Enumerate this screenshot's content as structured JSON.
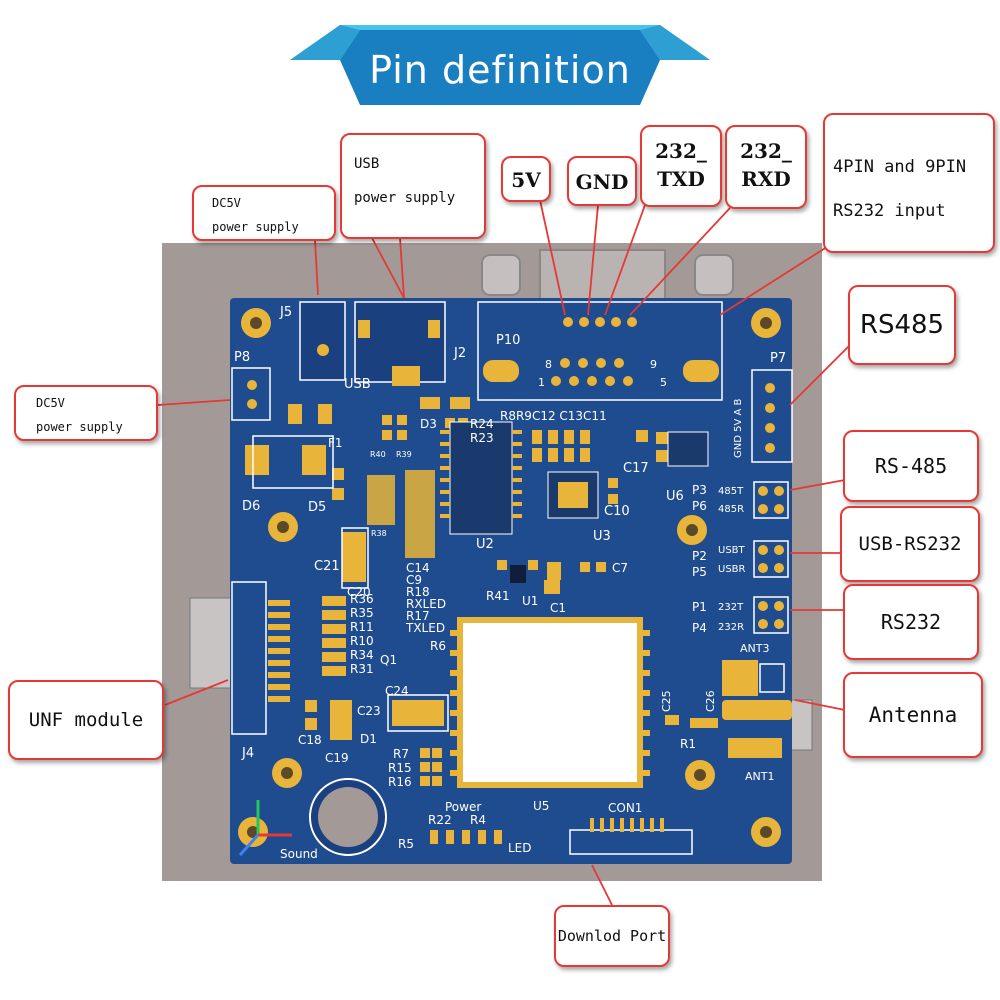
{
  "banner": {
    "title": "Pin definition",
    "color_dark": "#1a7fc1",
    "color_light": "#49c3ea"
  },
  "callouts": {
    "dc5v_top": {
      "line1": "DC5V",
      "line2": "power supply"
    },
    "usb": {
      "line1": "USB",
      "line2": "power supply"
    },
    "pin_5v": "5V",
    "pin_gnd": "GND",
    "pin_232_txd": {
      "line1": "232_",
      "line2": "TXD"
    },
    "pin_232_rxd": {
      "line1": "232_",
      "line2": "RXD"
    },
    "rs232_input": {
      "line1": "4PIN and 9PIN",
      "line2": "RS232 input"
    },
    "rs485": "RS485",
    "rs_485": "RS-485",
    "usb_rs232": "USB-RS232",
    "rs232": "RS232",
    "antenna": "Antenna",
    "dc5v_left": {
      "line1": "DC5V",
      "line2": "power supply"
    },
    "unf_module": "UNF module",
    "download_port": "Downlod Port",
    "border_color": "#e53935"
  },
  "board": {
    "color": "#1f4b8f",
    "pad_color": "#e8b53a",
    "labels": {
      "j5": "J5",
      "p8": "P8",
      "usb": "USB",
      "j2": "J2",
      "p10": "P10",
      "p7": "P7",
      "p7_pins": "GND 5V A B",
      "d3": "D3",
      "r24": "R24",
      "r23": "R23",
      "f1": "F1",
      "r8r9": "R8R9C12 C13C11",
      "r40": "R40",
      "r39": "R39",
      "d6": "D6",
      "d5": "D5",
      "u2": "U2",
      "u3": "U3",
      "u6": "U6",
      "c17": "C17",
      "c10": "C10",
      "c21": "C21",
      "c20": "C20",
      "r38": "R38",
      "c14": "C14",
      "c9": "C9",
      "r18": "R18",
      "rxled": "RXLED",
      "r17": "R17",
      "txled": "TXLED",
      "r41": "R41",
      "u1": "U1",
      "c1": "C1",
      "c7": "C7",
      "r36": "R36",
      "r35": "R35",
      "r11": "R11",
      "r10": "R10",
      "r34": "R34",
      "r31": "R31",
      "q1": "Q1",
      "r6": "R6",
      "c24": "C24",
      "c23": "C23",
      "c18": "C18",
      "c19": "C19",
      "d1": "D1",
      "r7": "R7",
      "r15": "R15",
      "r16": "R16",
      "j4": "J4",
      "p3": "P3",
      "p6": "P6",
      "485t": "485T",
      "485r": "485R",
      "p2": "P2",
      "p5": "P5",
      "usbt": "USBT",
      "usbr": "USBR",
      "p1": "P1",
      "p4": "P4",
      "232t": "232T",
      "232r": "232R",
      "ant3": "ANT3",
      "ant1": "ANT1",
      "c25": "C25",
      "c26": "C26",
      "r1": "R1",
      "u5": "U5",
      "con1": "CON1",
      "power": "Power",
      "r22": "R22",
      "r4": "R4",
      "r5": "R5",
      "led": "LED",
      "sound": "Sound",
      "pin8": "8",
      "pin9": "9",
      "pin1": "1",
      "pin5": "5"
    }
  }
}
